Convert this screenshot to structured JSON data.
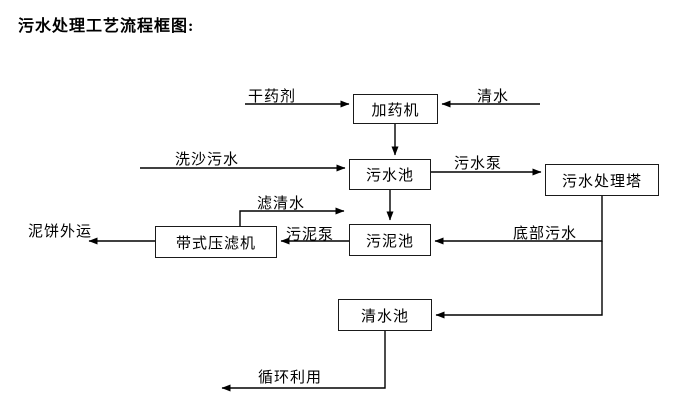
{
  "title": "污水处理工艺流程框图:",
  "nodes": {
    "dosing_machine": "加药机",
    "sewage_pool": "污水池",
    "treatment_tower": "污水处理塔",
    "sludge_pool": "污泥池",
    "belt_filter_press": "带式压滤机",
    "clear_water_pool": "清水池"
  },
  "labels": {
    "dry_agent": "干药剂",
    "clear_water": "清水",
    "sand_wash_sewage": "洗沙污水",
    "sewage_pump": "污水泵",
    "filtered_water": "滤清水",
    "sludge_pump": "污泥泵",
    "bottom_sewage": "底部污水",
    "mud_cake_out": "泥饼外运",
    "recycle_use": "循环利用"
  },
  "colors": {
    "background": "#ffffff",
    "line": "#000000",
    "box_border": "#1a1a1a",
    "text": "#000000"
  }
}
